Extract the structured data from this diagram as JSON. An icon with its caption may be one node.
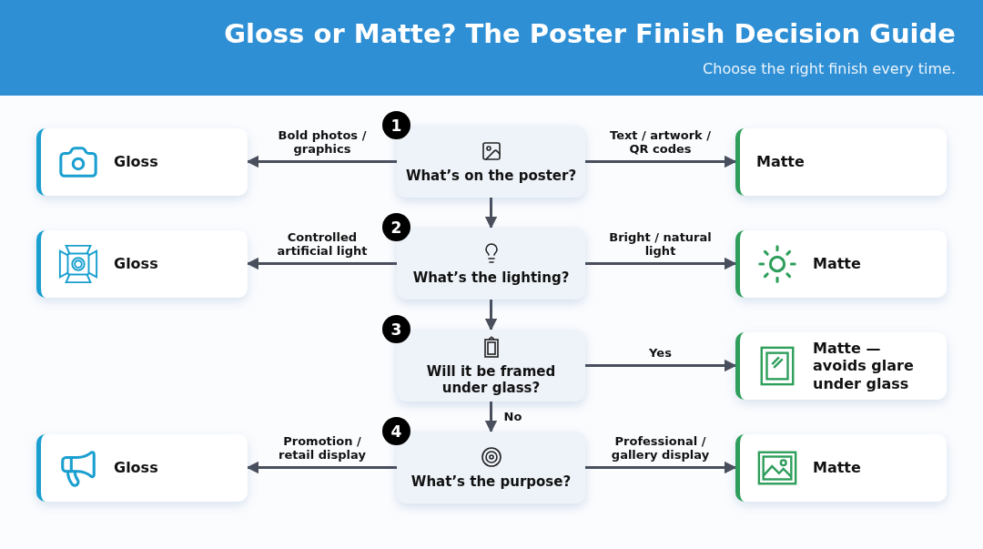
{
  "diagram": {
    "title": "Gloss or Matte? The Poster Finish Decision Guide",
    "labels": [
      "Choose the right finish every time."
    ],
    "nodes": [
      {
        "text": [
          "Gloss"
        ]
      },
      {
        "text": [
          "What’s on the poster?"
        ],
        "beside": [
          "1"
        ]
      },
      {
        "text": [
          "Matte"
        ]
      },
      {
        "text": [
          "Gloss"
        ]
      },
      {
        "text": [
          "What’s the lighting?"
        ],
        "beside": [
          "2"
        ]
      },
      {
        "text": [
          "Matte"
        ]
      },
      {
        "text": [
          "Will it be framed under glass?"
        ],
        "beside": [
          "3"
        ]
      },
      {
        "text": [
          "Matte — avoids glare under glass"
        ]
      },
      {
        "text": [
          "Gloss"
        ]
      },
      {
        "text": [
          "What’s the purpose?"
        ],
        "beside": [
          "4"
        ]
      },
      {
        "text": [
          "Matte"
        ]
      }
    ],
    "edges": [
      {
        "from": 1,
        "to": 0,
        "arrow": "to",
        "label": "Bold photos / graphics"
      },
      {
        "from": 1,
        "to": 2,
        "arrow": "to",
        "label": "Text / artwork / QR codes"
      },
      {
        "from": 1,
        "to": 4,
        "arrow": "to"
      },
      {
        "from": 4,
        "to": 3,
        "arrow": "to",
        "label": "Controlled artificial light"
      },
      {
        "from": 4,
        "to": 5,
        "arrow": "to",
        "label": "Bright / natural light"
      },
      {
        "from": 4,
        "to": 6,
        "arrow": "to"
      },
      {
        "from": 6,
        "to": 7,
        "arrow": "to",
        "label": "Yes"
      },
      {
        "from": 6,
        "to": 9,
        "arrow": "to",
        "label": "No"
      },
      {
        "from": 9,
        "to": 8,
        "arrow": "to",
        "label": "Promotion / retail display"
      },
      {
        "from": 9,
        "to": 10,
        "arrow": "to",
        "label": "Professional / gallery display"
      }
    ]
  }
}
